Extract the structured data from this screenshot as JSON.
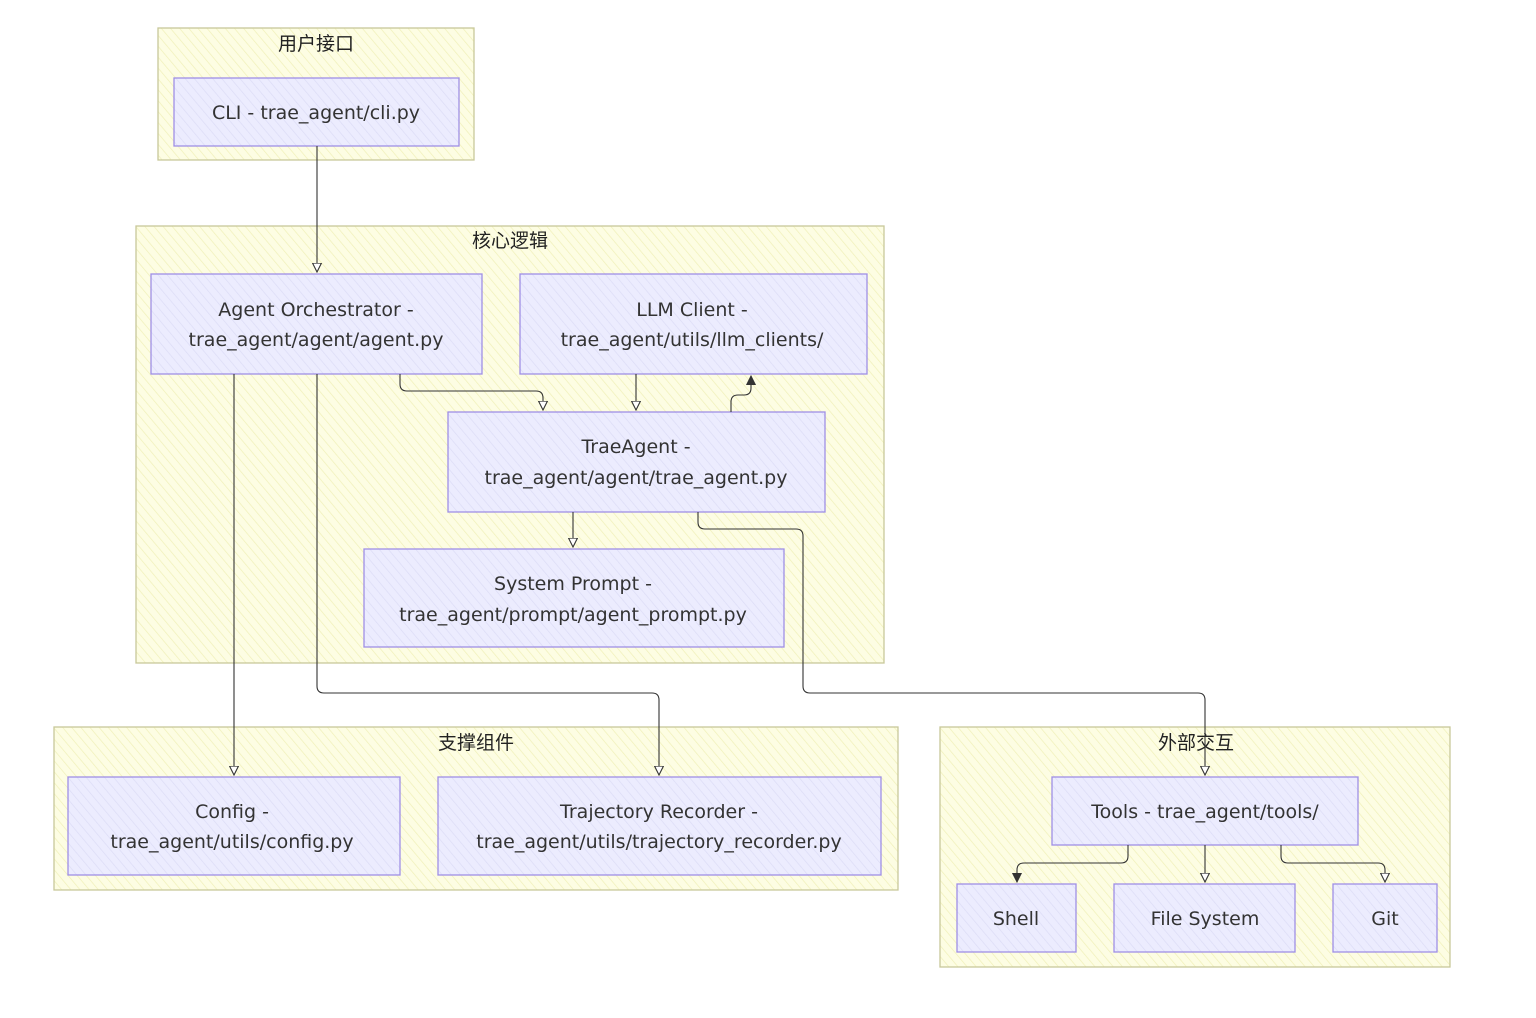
{
  "groups": {
    "ui": {
      "title": "用户接口"
    },
    "core": {
      "title": "核心逻辑"
    },
    "support": {
      "title": "支撑组件"
    },
    "external": {
      "title": "外部交互"
    }
  },
  "nodes": {
    "cli": {
      "line1": "CLI - trae_agent/cli.py"
    },
    "orchestrator": {
      "line1": "Agent Orchestrator -",
      "line2": "trae_agent/agent/agent.py"
    },
    "llm_client": {
      "line1": "LLM Client -",
      "line2": "trae_agent/utils/llm_clients/"
    },
    "trae_agent": {
      "line1": "TraeAgent -",
      "line2": "trae_agent/agent/trae_agent.py"
    },
    "system_prompt": {
      "line1": "System Prompt -",
      "line2": "trae_agent/prompt/agent_prompt.py"
    },
    "config": {
      "line1": "Config -",
      "line2": "trae_agent/utils/config.py"
    },
    "trajectory_recorder": {
      "line1": "Trajectory Recorder -",
      "line2": "trae_agent/utils/trajectory_recorder.py"
    },
    "tools": {
      "line1": "Tools - trae_agent/tools/"
    },
    "shell": {
      "line1": "Shell"
    },
    "file_system": {
      "line1": "File System"
    },
    "git": {
      "line1": "Git"
    }
  },
  "edges": [
    {
      "from": "cli",
      "to": "orchestrator"
    },
    {
      "from": "orchestrator",
      "to": "trae_agent"
    },
    {
      "from": "llm_client",
      "to": "trae_agent"
    },
    {
      "from": "trae_agent",
      "to": "llm_client"
    },
    {
      "from": "trae_agent",
      "to": "system_prompt"
    },
    {
      "from": "orchestrator",
      "to": "config"
    },
    {
      "from": "orchestrator",
      "to": "trajectory_recorder"
    },
    {
      "from": "trae_agent",
      "to": "tools"
    },
    {
      "from": "tools",
      "to": "shell"
    },
    {
      "from": "tools",
      "to": "file_system"
    },
    {
      "from": "tools",
      "to": "git"
    }
  ],
  "colors": {
    "group_fill": "#fdfde3",
    "group_stroke": "#c8c89a",
    "node_fill": "#ececfe",
    "node_stroke": "#9f8fe6",
    "edge": "#333333"
  }
}
